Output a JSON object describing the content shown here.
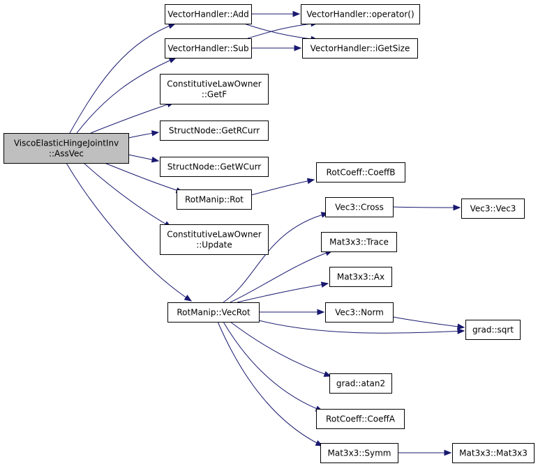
{
  "nodes": [
    {
      "id": "root",
      "lines": [
        "ViscoElasticHingeJointInv",
        "::AssVec"
      ],
      "highlighted": true
    },
    {
      "id": "vh_add",
      "lines": [
        "VectorHandler::Add"
      ]
    },
    {
      "id": "vh_sub",
      "lines": [
        "VectorHandler::Sub"
      ]
    },
    {
      "id": "vh_op",
      "lines": [
        "VectorHandler::operator()"
      ]
    },
    {
      "id": "vh_size",
      "lines": [
        "VectorHandler::iGetSize"
      ]
    },
    {
      "id": "clo_getf",
      "lines": [
        "ConstitutiveLawOwner",
        "::GetF"
      ]
    },
    {
      "id": "sn_r",
      "lines": [
        "StructNode::GetRCurr"
      ]
    },
    {
      "id": "sn_w",
      "lines": [
        "StructNode::GetWCurr"
      ]
    },
    {
      "id": "rm_rot",
      "lines": [
        "RotManip::Rot"
      ]
    },
    {
      "id": "rc_b",
      "lines": [
        "RotCoeff::CoeffB"
      ]
    },
    {
      "id": "clo_upd",
      "lines": [
        "ConstitutiveLawOwner",
        "::Update"
      ]
    },
    {
      "id": "rm_vecrot",
      "lines": [
        "RotManip::VecRot"
      ]
    },
    {
      "id": "v3_cross",
      "lines": [
        "Vec3::Cross"
      ]
    },
    {
      "id": "v3_vec3",
      "lines": [
        "Vec3::Vec3"
      ]
    },
    {
      "id": "m_trace",
      "lines": [
        "Mat3x3::Trace"
      ]
    },
    {
      "id": "m_ax",
      "lines": [
        "Mat3x3::Ax"
      ]
    },
    {
      "id": "v3_norm",
      "lines": [
        "Vec3::Norm"
      ]
    },
    {
      "id": "g_sqrt",
      "lines": [
        "grad::sqrt"
      ]
    },
    {
      "id": "g_atan2",
      "lines": [
        "grad::atan2"
      ]
    },
    {
      "id": "rc_a",
      "lines": [
        "RotCoeff::CoeffA"
      ]
    },
    {
      "id": "m_symm",
      "lines": [
        "Mat3x3::Symm"
      ]
    },
    {
      "id": "m_mat3x3",
      "lines": [
        "Mat3x3::Mat3x3"
      ]
    }
  ],
  "edges": [
    {
      "from": "root",
      "to": "vh_add"
    },
    {
      "from": "root",
      "to": "vh_sub"
    },
    {
      "from": "root",
      "to": "clo_getf"
    },
    {
      "from": "root",
      "to": "sn_r"
    },
    {
      "from": "root",
      "to": "sn_w"
    },
    {
      "from": "root",
      "to": "rm_rot"
    },
    {
      "from": "root",
      "to": "clo_upd"
    },
    {
      "from": "root",
      "to": "rm_vecrot"
    },
    {
      "from": "vh_add",
      "to": "vh_op"
    },
    {
      "from": "vh_add",
      "to": "vh_size"
    },
    {
      "from": "vh_sub",
      "to": "vh_op"
    },
    {
      "from": "vh_sub",
      "to": "vh_size"
    },
    {
      "from": "rm_rot",
      "to": "rc_b"
    },
    {
      "from": "rm_vecrot",
      "to": "v3_cross"
    },
    {
      "from": "rm_vecrot",
      "to": "m_trace"
    },
    {
      "from": "rm_vecrot",
      "to": "m_ax"
    },
    {
      "from": "rm_vecrot",
      "to": "v3_norm"
    },
    {
      "from": "rm_vecrot",
      "to": "g_sqrt"
    },
    {
      "from": "rm_vecrot",
      "to": "g_atan2"
    },
    {
      "from": "rm_vecrot",
      "to": "rc_a"
    },
    {
      "from": "rm_vecrot",
      "to": "m_symm"
    },
    {
      "from": "v3_cross",
      "to": "v3_vec3"
    },
    {
      "from": "v3_norm",
      "to": "g_sqrt"
    },
    {
      "from": "m_symm",
      "to": "m_mat3x3"
    }
  ],
  "colors": {
    "edge": "#191970",
    "root_fill": "#bfbfbf",
    "node_fill": "#ffffff",
    "border": "#000000"
  }
}
